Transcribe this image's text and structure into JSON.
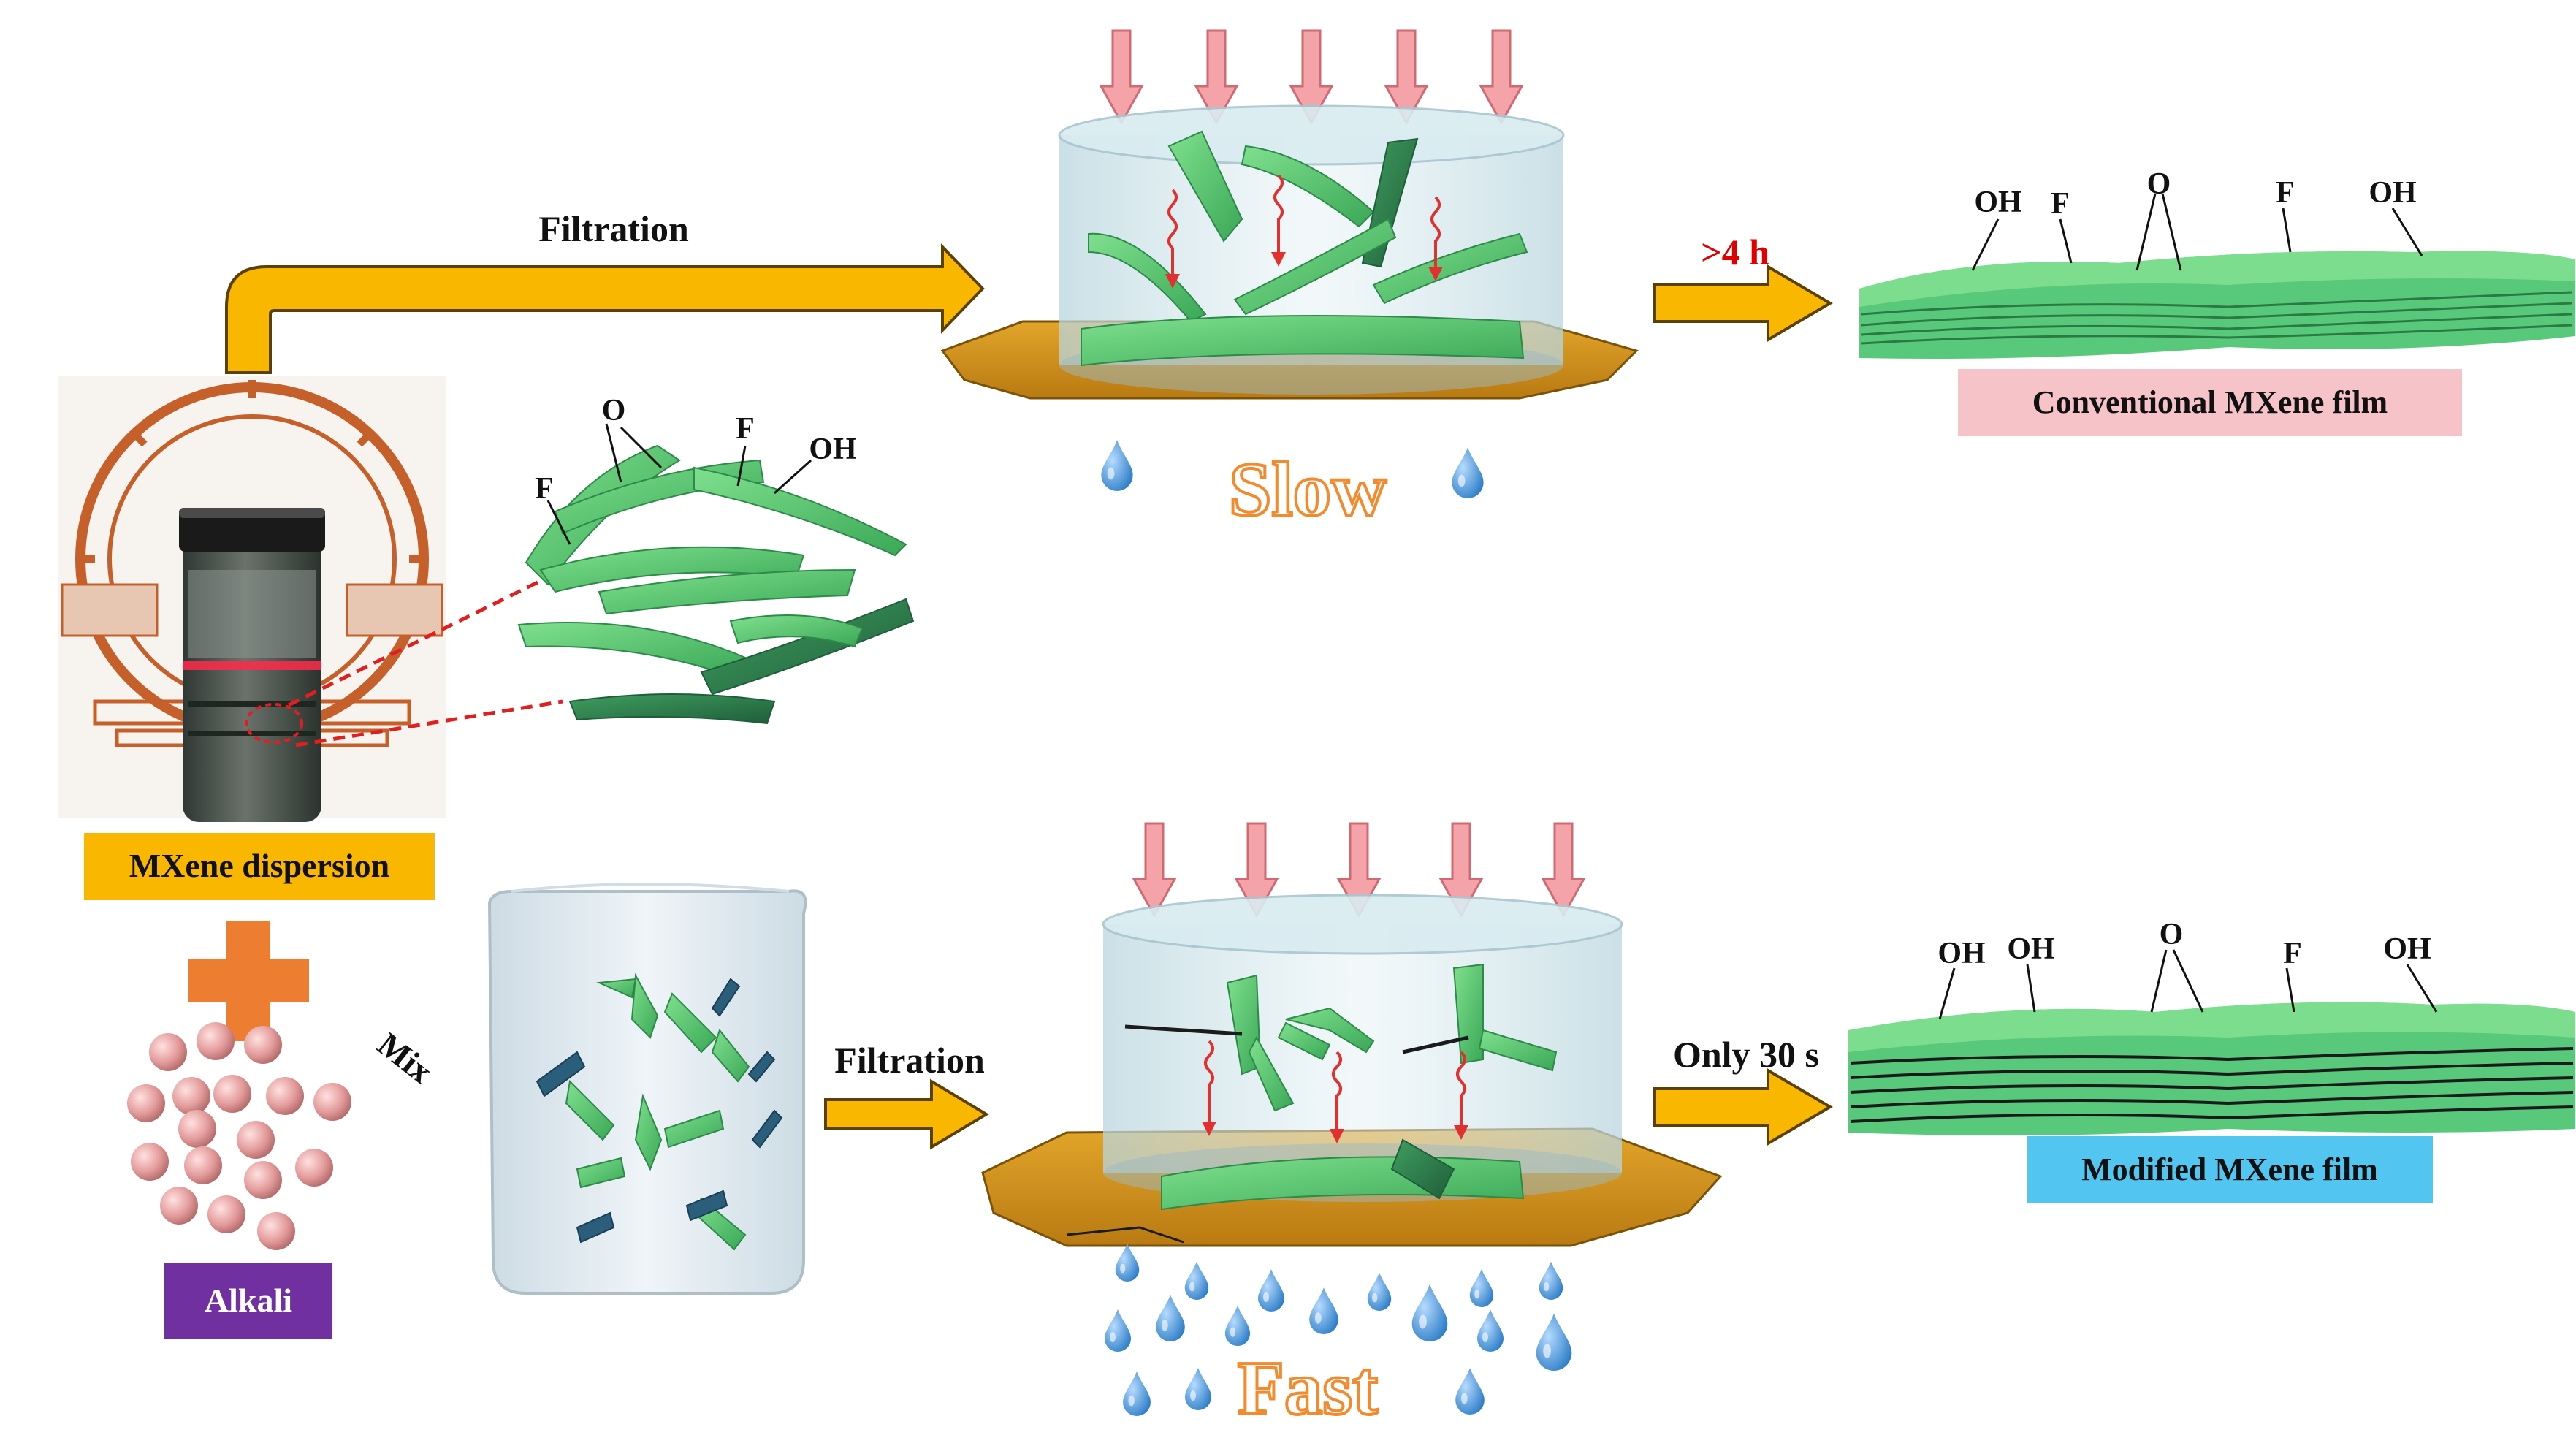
{
  "top_path": {
    "filtration_label": "Filtration",
    "time_label": ">4 h",
    "speed_label": "Slow",
    "film_label": "Conventional MXene film",
    "film_groups": [
      "OH",
      "F",
      "O",
      "F",
      "OH"
    ]
  },
  "bottom_path": {
    "filtration_label": "Filtration",
    "time_label": "Only 30 s",
    "speed_label": "Fast",
    "film_label": "Modified MXene film",
    "film_groups": [
      "OH",
      "OH",
      "O",
      "F",
      "OH"
    ]
  },
  "dispersion": {
    "label": "MXene dispersion",
    "flake_groups": [
      "O",
      "F",
      "F",
      "OH"
    ]
  },
  "alkali": {
    "label": "Alkali"
  },
  "mix_label": "Mix",
  "colors": {
    "arrow_fill": "#F9B700",
    "arrow_stroke": "#5a4100",
    "dispersion_box": "#F9B700",
    "alkali_box": "#7030A0",
    "conventional_box": "#F6C3C8",
    "modified_box": "#52C6F0",
    "plus": "#ED7D31",
    "slow_fast_text": "#F28A2E",
    "time_red": "#E00000",
    "flake_green": "#57C96E",
    "droplet_blue": "#4A8FD4",
    "pressure_arrow": "#F4A3A8"
  },
  "icons": [
    "plus-icon",
    "droplet-icon",
    "pressure-arrow-icon",
    "beaker-icon",
    "vial-icon",
    "alkali-sphere-icon"
  ]
}
